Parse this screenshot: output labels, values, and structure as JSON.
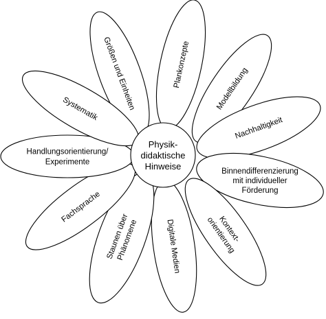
{
  "center": {
    "lines": [
      "Physik-",
      "didaktische",
      "Hinweise"
    ]
  },
  "petals": [
    {
      "id": "groessen",
      "lines": [
        "Größen und Einheiten"
      ]
    },
    {
      "id": "plankonzepte",
      "lines": [
        "Plankonzepte"
      ]
    },
    {
      "id": "modellbildung",
      "lines": [
        "Modellbildung"
      ]
    },
    {
      "id": "nachhaltigkeit",
      "lines": [
        "Nachhaltigkeit"
      ]
    },
    {
      "id": "binnendifferenzierung",
      "lines": [
        "Binnendifferenzierung",
        "mit individueller",
        "Förderung"
      ]
    },
    {
      "id": "kontextorientierung",
      "lines": [
        "Kontext-",
        "orientierung"
      ]
    },
    {
      "id": "digitale-medien",
      "lines": [
        "Digitale Medien"
      ]
    },
    {
      "id": "staunen",
      "lines": [
        "Staunen über",
        "Phänomene"
      ]
    },
    {
      "id": "fachsprache",
      "lines": [
        "Fachsprache"
      ]
    },
    {
      "id": "handlungsorientierung",
      "lines": [
        "Handlungsorientierung/",
        "Experimente"
      ]
    },
    {
      "id": "systematik",
      "lines": [
        "Systematik"
      ]
    }
  ]
}
